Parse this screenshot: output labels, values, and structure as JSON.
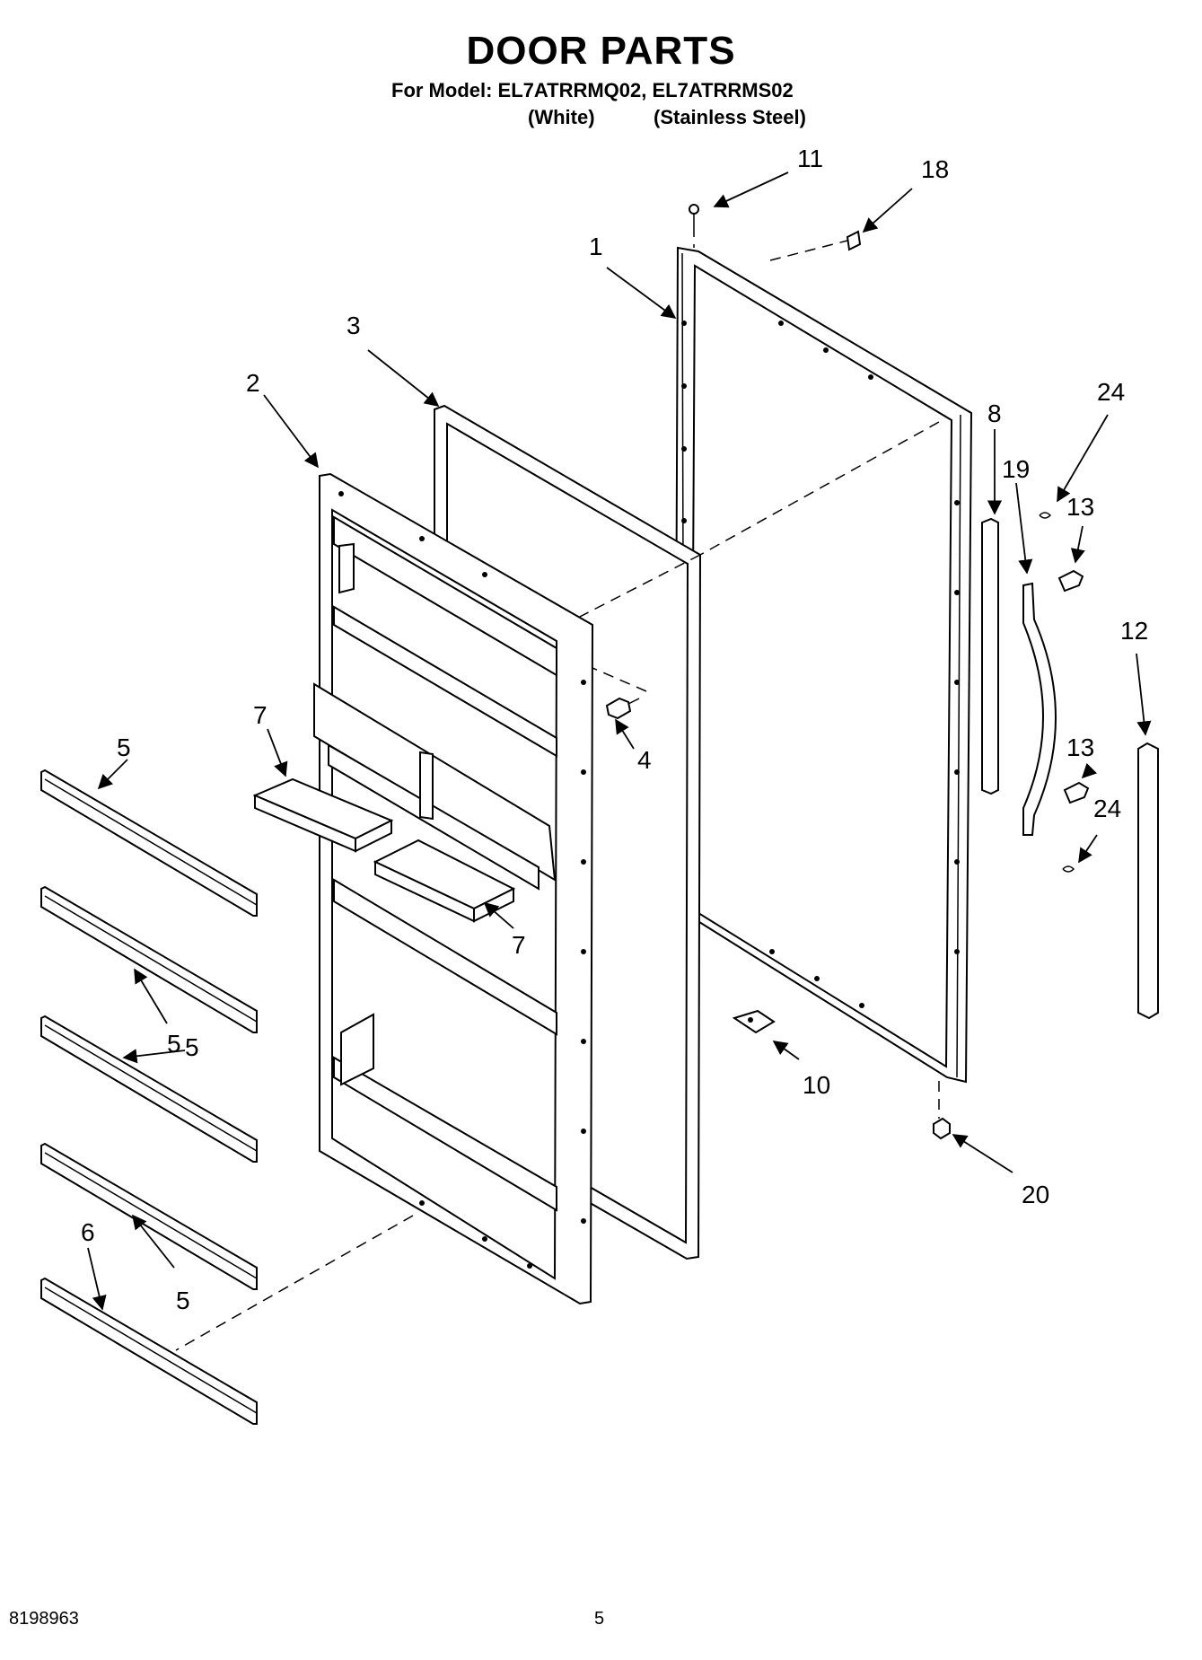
{
  "page": {
    "title": "DOOR PARTS",
    "model_line": "For Model: EL7ATRRMQ02, EL7ATRRMS02",
    "variant_white": "(White)",
    "variant_steel": "(Stainless Steel)",
    "doc_number": "8198963",
    "page_number": "5"
  },
  "callouts": {
    "c1": "1",
    "c2": "2",
    "c3": "3",
    "c4": "4",
    "c5a": "5",
    "c5b": "5",
    "c5c": "5",
    "c5d": "5",
    "c6": "6",
    "c7a": "7",
    "c7b": "7",
    "c8": "8",
    "c10": "10",
    "c11": "11",
    "c12": "12",
    "c13a": "13",
    "c13b": "13",
    "c18": "18",
    "c19": "19",
    "c20": "20",
    "c24a": "24",
    "c24b": "24"
  }
}
